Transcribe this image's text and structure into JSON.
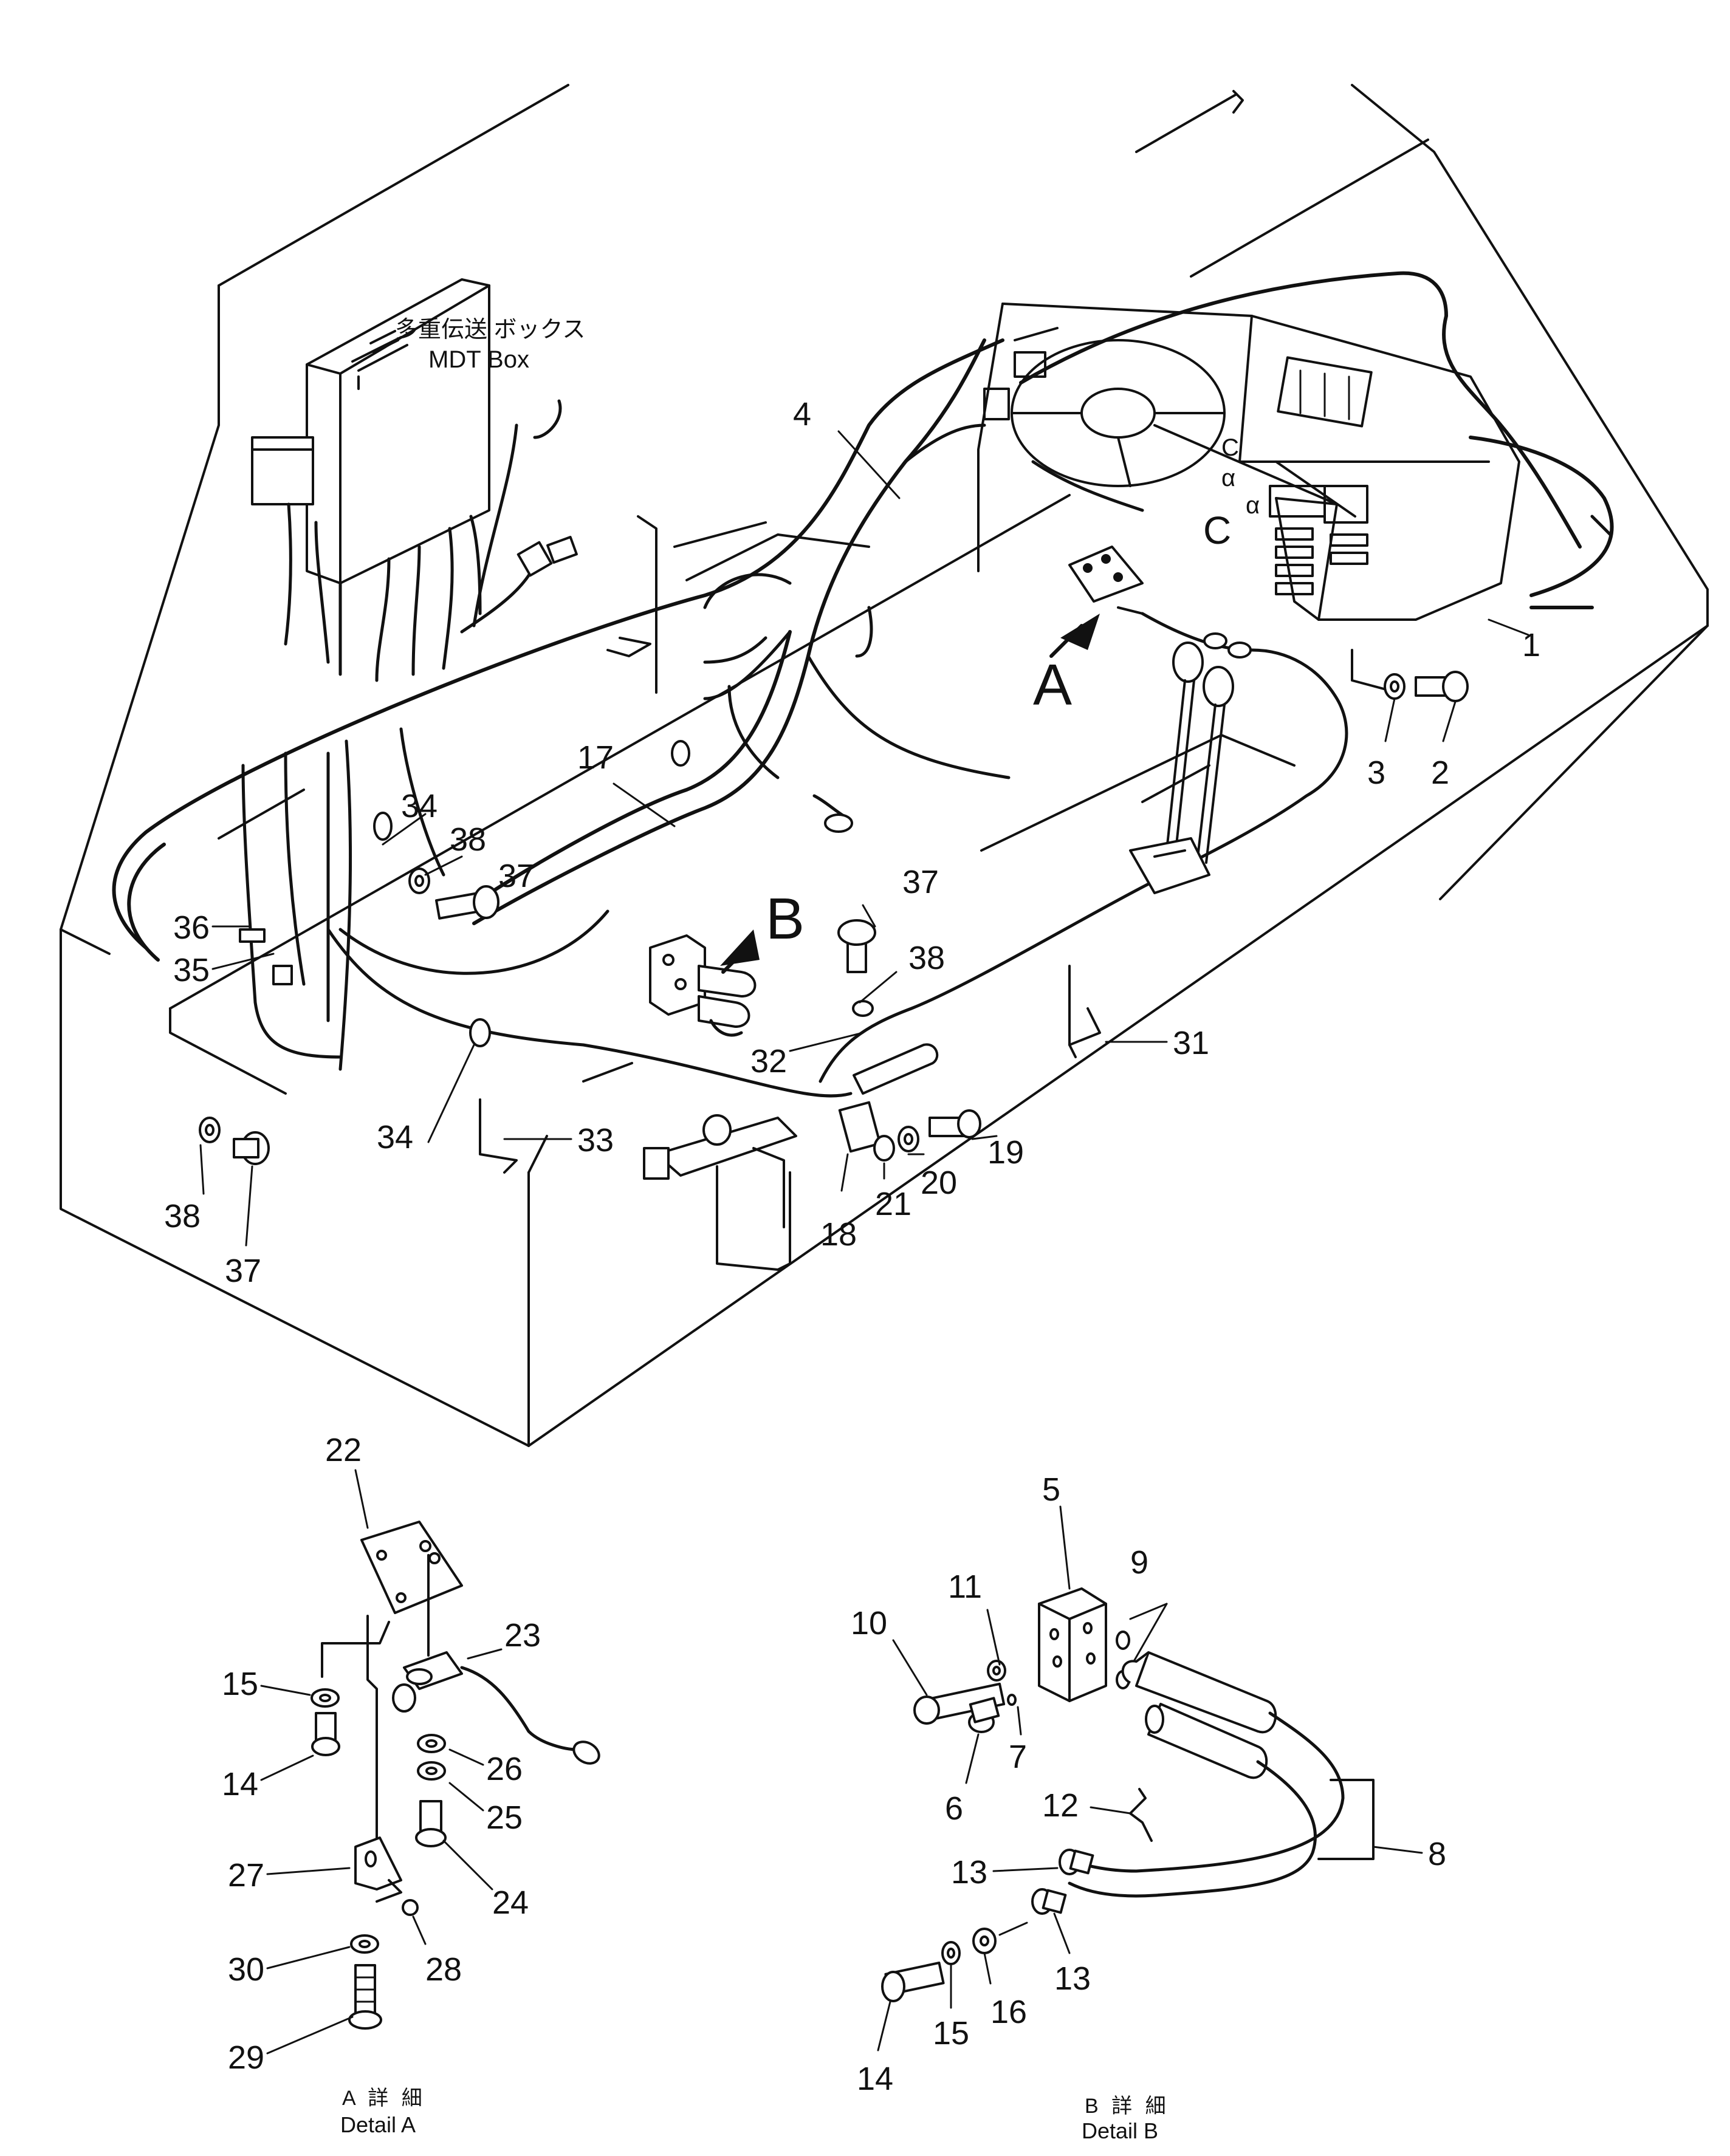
{
  "mdt_box": {
    "label_jp": "多重伝送 ボックス",
    "label_en": "MDT Box"
  },
  "view_arrows": {
    "a": "A",
    "b": "B"
  },
  "callouts": {
    "c1": "1",
    "c2": "2",
    "c3": "3",
    "c4": "4",
    "c17": "17",
    "c18": "18",
    "c19": "19",
    "c20": "20",
    "c21": "21",
    "c31": "31",
    "c32": "32",
    "c33": "33",
    "c34a": "34",
    "c34b": "34",
    "c35": "35",
    "c36": "36",
    "c37a": "37",
    "c37b": "37",
    "c37c": "37",
    "c38a": "38",
    "c38b": "38",
    "c38c": "38"
  },
  "detail_a": {
    "caption_jp": "A 詳 細",
    "caption_en": "Detail A",
    "callouts": {
      "c22": "22",
      "c23": "23",
      "c15": "15",
      "c14": "14",
      "c26": "26",
      "c25": "25",
      "c24": "24",
      "c27": "27",
      "c28": "28",
      "c30": "30",
      "c29": "29"
    }
  },
  "detail_b": {
    "caption_jp": "B 詳 細",
    "caption_en": "Detail B",
    "callouts": {
      "c5": "5",
      "c9": "9",
      "c11": "11",
      "c10": "10",
      "c7": "7",
      "c6": "6",
      "c12": "12",
      "c8": "8",
      "c13a": "13",
      "c13b": "13",
      "c14": "14",
      "c15": "15",
      "c16": "16"
    }
  }
}
